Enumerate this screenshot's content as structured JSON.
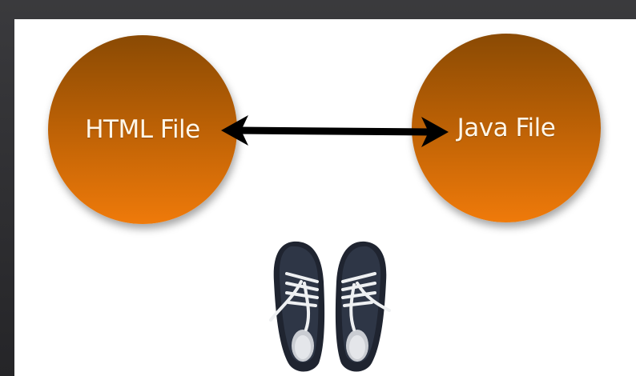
{
  "diagram": {
    "left_node": {
      "label": "HTML File"
    },
    "right_node": {
      "label": "Java File"
    },
    "connector": {
      "type": "bidirectional-arrow",
      "color": "#000000"
    },
    "node_color": "#c86a08",
    "illustration": "pair-of-sneakers"
  }
}
